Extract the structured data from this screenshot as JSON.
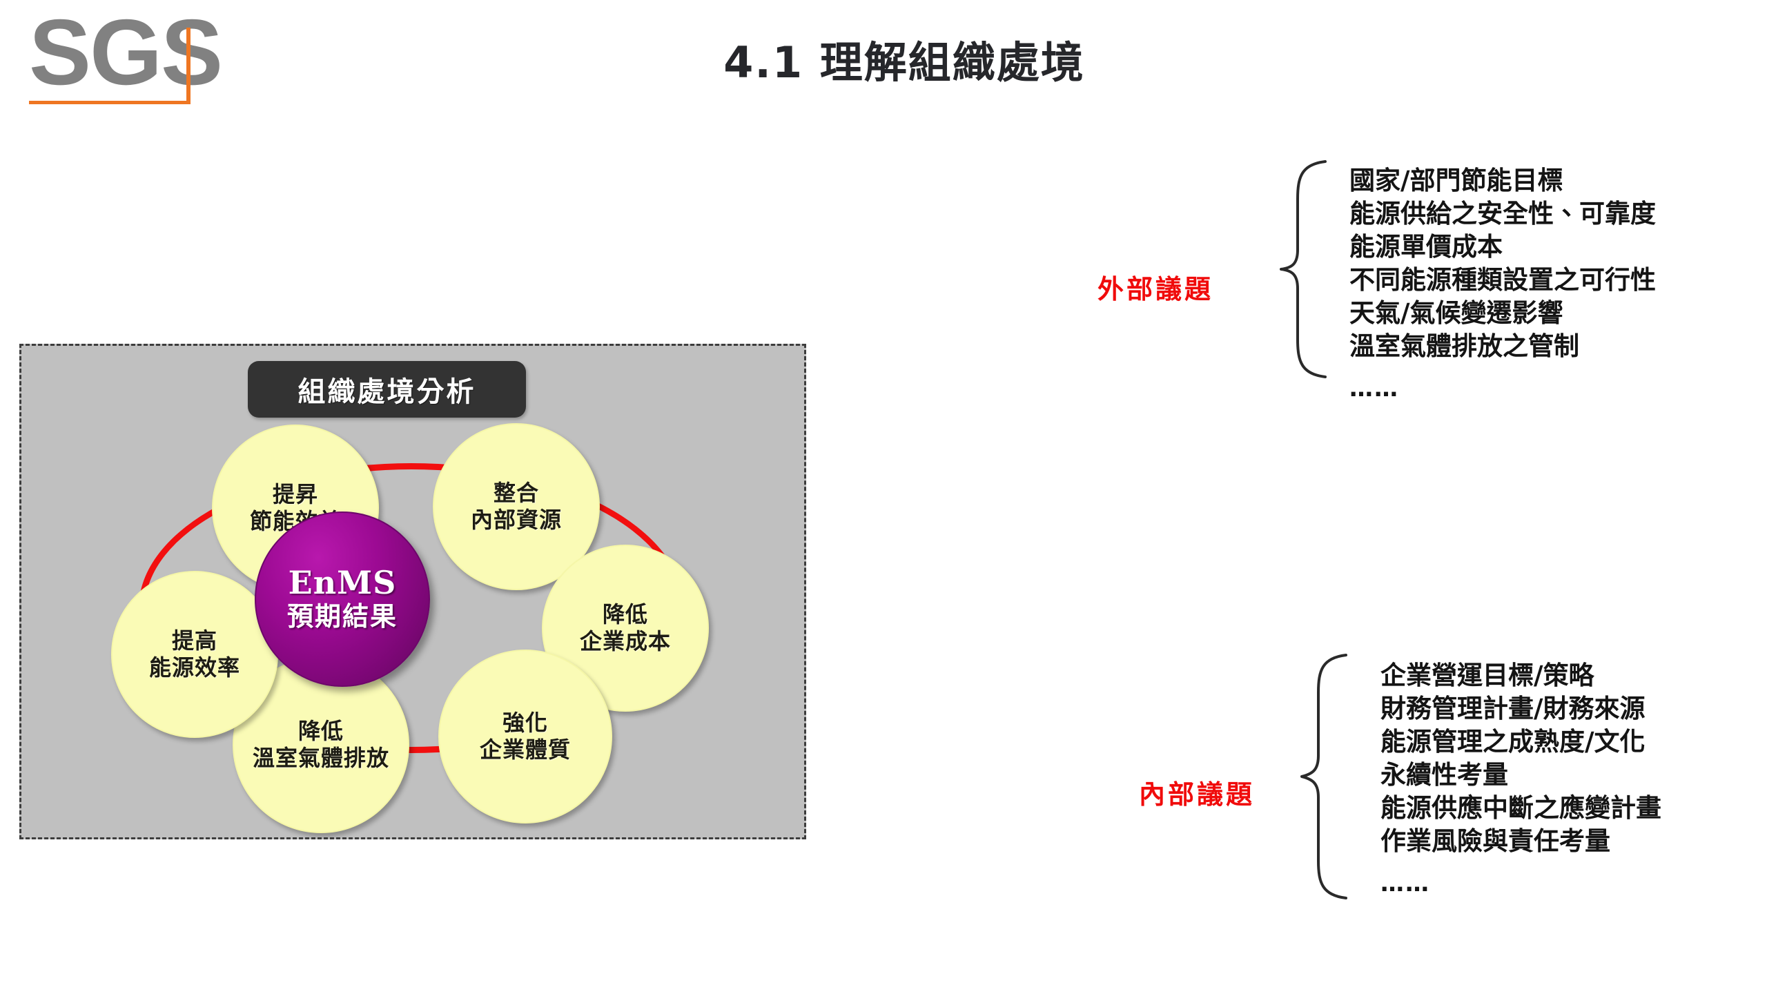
{
  "logo": {
    "text": "SGS",
    "accent_color": "#ef7622",
    "text_color": "#818181"
  },
  "header": {
    "title": "4.1 理解組織處境"
  },
  "diagram": {
    "panel_title": "組織處境分析",
    "panel_bg_color": "#c0c0c0",
    "ellipse_color": "#f20f0f",
    "center": {
      "line1": "EnMS",
      "line2": "預期結果",
      "color": "#8f0a88"
    },
    "nodes": [
      {
        "id": "raise",
        "line1": "提昇",
        "line2": "節能效益"
      },
      {
        "id": "integr",
        "line1": "整合",
        "line2": "內部資源"
      },
      {
        "id": "cost",
        "line1": "降低",
        "line2": "企業成本"
      },
      {
        "id": "quality",
        "line1": "強化",
        "line2": "企業體質"
      },
      {
        "id": "ghg",
        "line1": "降低",
        "line2": "溫室氣體排放"
      },
      {
        "id": "effic",
        "line1": "提高",
        "line2": "能源效率"
      }
    ],
    "node_fill_color": "#fafbb6"
  },
  "external_issues": {
    "label": "外部議題",
    "label_color": "#f00b0b",
    "items": [
      "國家/部門節能目標",
      "能源供給之安全性、可靠度",
      "能源單價成本",
      "不同能源種類設置之可行性",
      "天氣/氣候變遷影響",
      "溫室氣體排放之管制"
    ],
    "ellipsis": "……"
  },
  "internal_issues": {
    "label": "內部議題",
    "label_color": "#f00b0b",
    "items": [
      "企業營運目標/策略",
      "財務管理計畫/財務來源",
      "能源管理之成熟度/文化",
      "永續性考量",
      "能源供應中斷之應變計畫",
      "作業風險與責任考量"
    ],
    "ellipsis": "……"
  }
}
